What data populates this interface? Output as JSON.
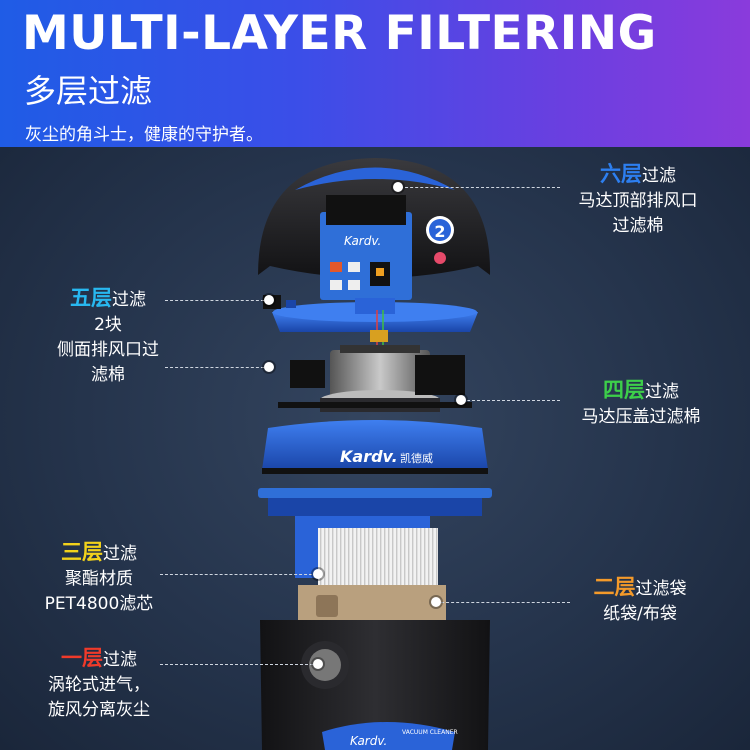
{
  "header": {
    "title_en": "MULTI-LAYER FILTERING",
    "title_cn": "多层过滤",
    "slogan": "灰尘的角斗士，健康的守护者。"
  },
  "layers": [
    {
      "num": "六层",
      "suffix": "过滤",
      "lines": [
        "马达顶部排风口",
        "过滤棉"
      ],
      "color": "#2d7ff0"
    },
    {
      "num": "五层",
      "suffix": "过滤",
      "lines": [
        "2块",
        "侧面排风口过",
        "滤棉"
      ],
      "color": "#28b8f0"
    },
    {
      "num": "四层",
      "suffix": "过滤",
      "lines": [
        "马达压盖过滤棉"
      ],
      "color": "#3dcf4a"
    },
    {
      "num": "三层",
      "suffix": "过滤",
      "lines": [
        "聚酯材质",
        "PET4800滤芯"
      ],
      "color": "#f2d21b"
    },
    {
      "num": "二层",
      "suffix": "过滤袋",
      "lines": [
        "纸袋/布袋"
      ],
      "color": "#f49a2a"
    },
    {
      "num": "一层",
      "suffix": "过滤",
      "lines": [
        "涡轮式进气，",
        "旋风分离灰尘"
      ],
      "color": "#f03a2a"
    }
  ],
  "brand": {
    "logo_text": "Kardv.",
    "brand_cn": "凯德威",
    "badge_number": "2",
    "sticker_text": "VACUUM CLEANER"
  },
  "colors": {
    "accent_blue": "#2a63d8",
    "body_black": "#1c1c1e"
  }
}
